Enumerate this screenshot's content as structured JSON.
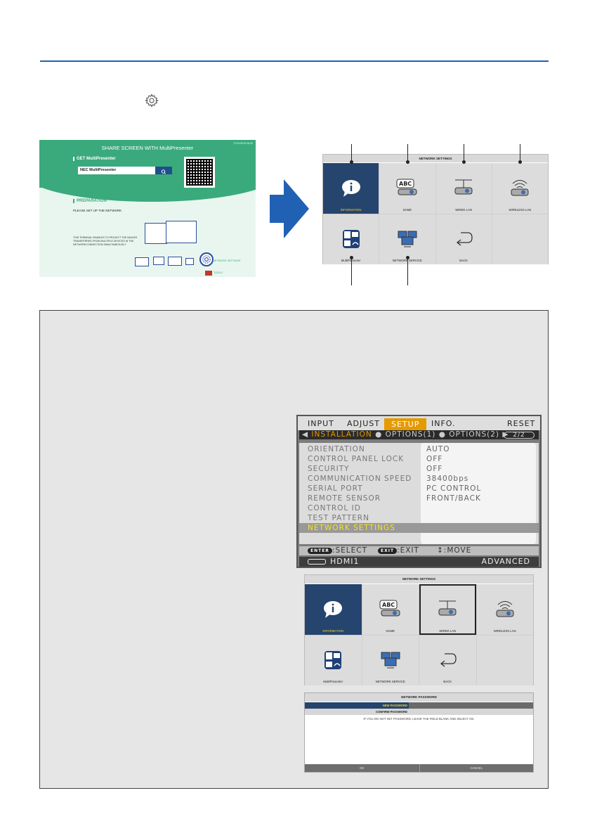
{
  "share_screen": {
    "title": "SHARE SCREEN WITH MultiPresenter",
    "timestamp": "07/10/2019 08:30",
    "get_label": "GET MultiPresenter",
    "search_value": "NEC MultiPresenter",
    "preparation": "PREPARATION",
    "setup_text": "PLEASE SET UP THE NETWORK",
    "terminal_text": "THIS TERMINAL ENABLES TO PROJECT THE IMAGES TRANSFERRED FROM MULTIPLE DEVICES IN THE NETWORKCONNECTION SIMULTANEOUSLY",
    "network_settings": "NETWORK SETTINGS",
    "tools": "TOOLS"
  },
  "network_panel": {
    "title": "NETWORK SETTINGS",
    "items": [
      {
        "label": "INFORMATION",
        "icon": "information-icon"
      },
      {
        "label": "NAME",
        "icon": "abc-icon"
      },
      {
        "label": "WIRED LAN",
        "icon": "projector-wired-icon"
      },
      {
        "label": "WIRELESS LAN",
        "icon": "projector-wireless-icon"
      },
      {
        "label": "MultiPresenter",
        "icon": "multipresenter-icon"
      },
      {
        "label": "NETWORK SERVICE",
        "icon": "network-service-icon"
      },
      {
        "label": "BACK",
        "icon": "back-arrow-icon"
      }
    ]
  },
  "osd": {
    "tabs": [
      "INPUT",
      "ADJUST",
      "SETUP",
      "INFO.",
      "RESET"
    ],
    "subtabs": [
      "INSTALLATION",
      "OPTIONS(1)",
      "OPTIONS(2)"
    ],
    "page": "2/2",
    "rows": [
      "ORIENTATION",
      "CONTROL PANEL LOCK",
      "SECURITY",
      "COMMUNICATION SPEED",
      "SERIAL PORT",
      "REMOTE SENSOR",
      "CONTROL ID",
      "TEST PATTERN",
      "NETWORK SETTINGS"
    ],
    "values": [
      "AUTO",
      "OFF",
      "OFF",
      "38400bps",
      "PC CONTROL",
      "FRONT/BACK"
    ],
    "footer": {
      "enter_key": "ENTER",
      "select": ":SELECT",
      "exit_key": "EXIT",
      "exit": ":EXIT",
      "move": "↕:MOVE"
    },
    "input": "HDMI1",
    "mode": "ADVANCED"
  },
  "password_dialog": {
    "title": "NETWORK PASSWORD",
    "new_password": "NEW PASSWORD",
    "confirm_password": "CONFIRM PASSWORD",
    "note": "IF YOU DO NOT SET PASSWORD, LEAVE THE FIELD BLANK AND SELECT OK.",
    "ok": "OK",
    "cancel": "CANCEL"
  },
  "colors": {
    "accent_blue": "#2161b3",
    "selected_cell": "#25446e",
    "setup_tab": "#e59a00",
    "highlight_text": "#f5e51d"
  }
}
